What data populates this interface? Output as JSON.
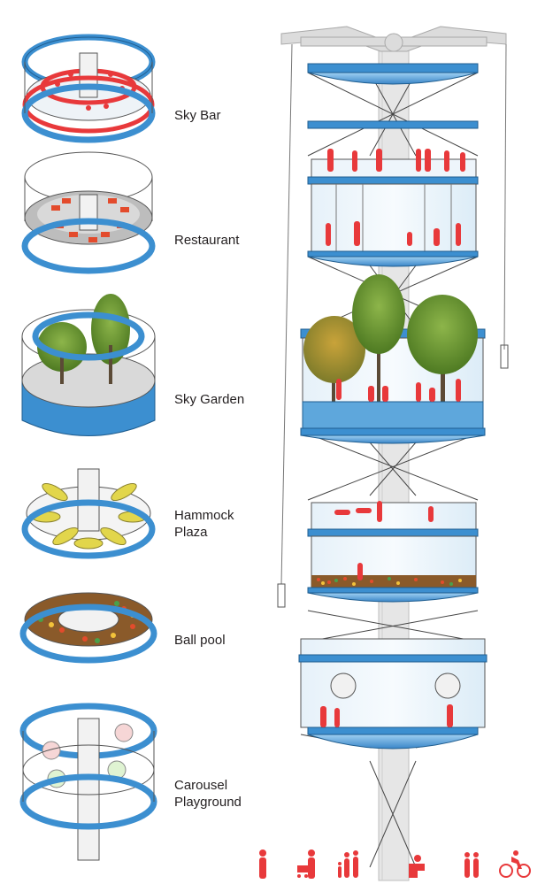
{
  "levels": [
    {
      "id": "sky-bar",
      "label": "Sky Bar"
    },
    {
      "id": "restaurant",
      "label": "Restaurant"
    },
    {
      "id": "sky-garden",
      "label": "Sky Garden"
    },
    {
      "id": "hammock-plaza",
      "label": "Hammock\nPlaza"
    },
    {
      "id": "ball-pool",
      "label": "Ball pool"
    },
    {
      "id": "carousel-playground",
      "label": "Carousel\nPlayground"
    }
  ],
  "legend_figures": [
    "standing-person",
    "person-with-stroller",
    "family",
    "person-sitting",
    "couple",
    "cyclist"
  ],
  "colors": {
    "ring_blue": "#3c8fd0",
    "ring_light": "#9fcdee",
    "accent_red": "#e8393b",
    "steel": "#4d4d4d",
    "tower_grey": "#e6e6e6",
    "glass": "#dcecf7",
    "tree_green": "#5e8a2e",
    "hammock_yellow": "#e2d64b"
  }
}
